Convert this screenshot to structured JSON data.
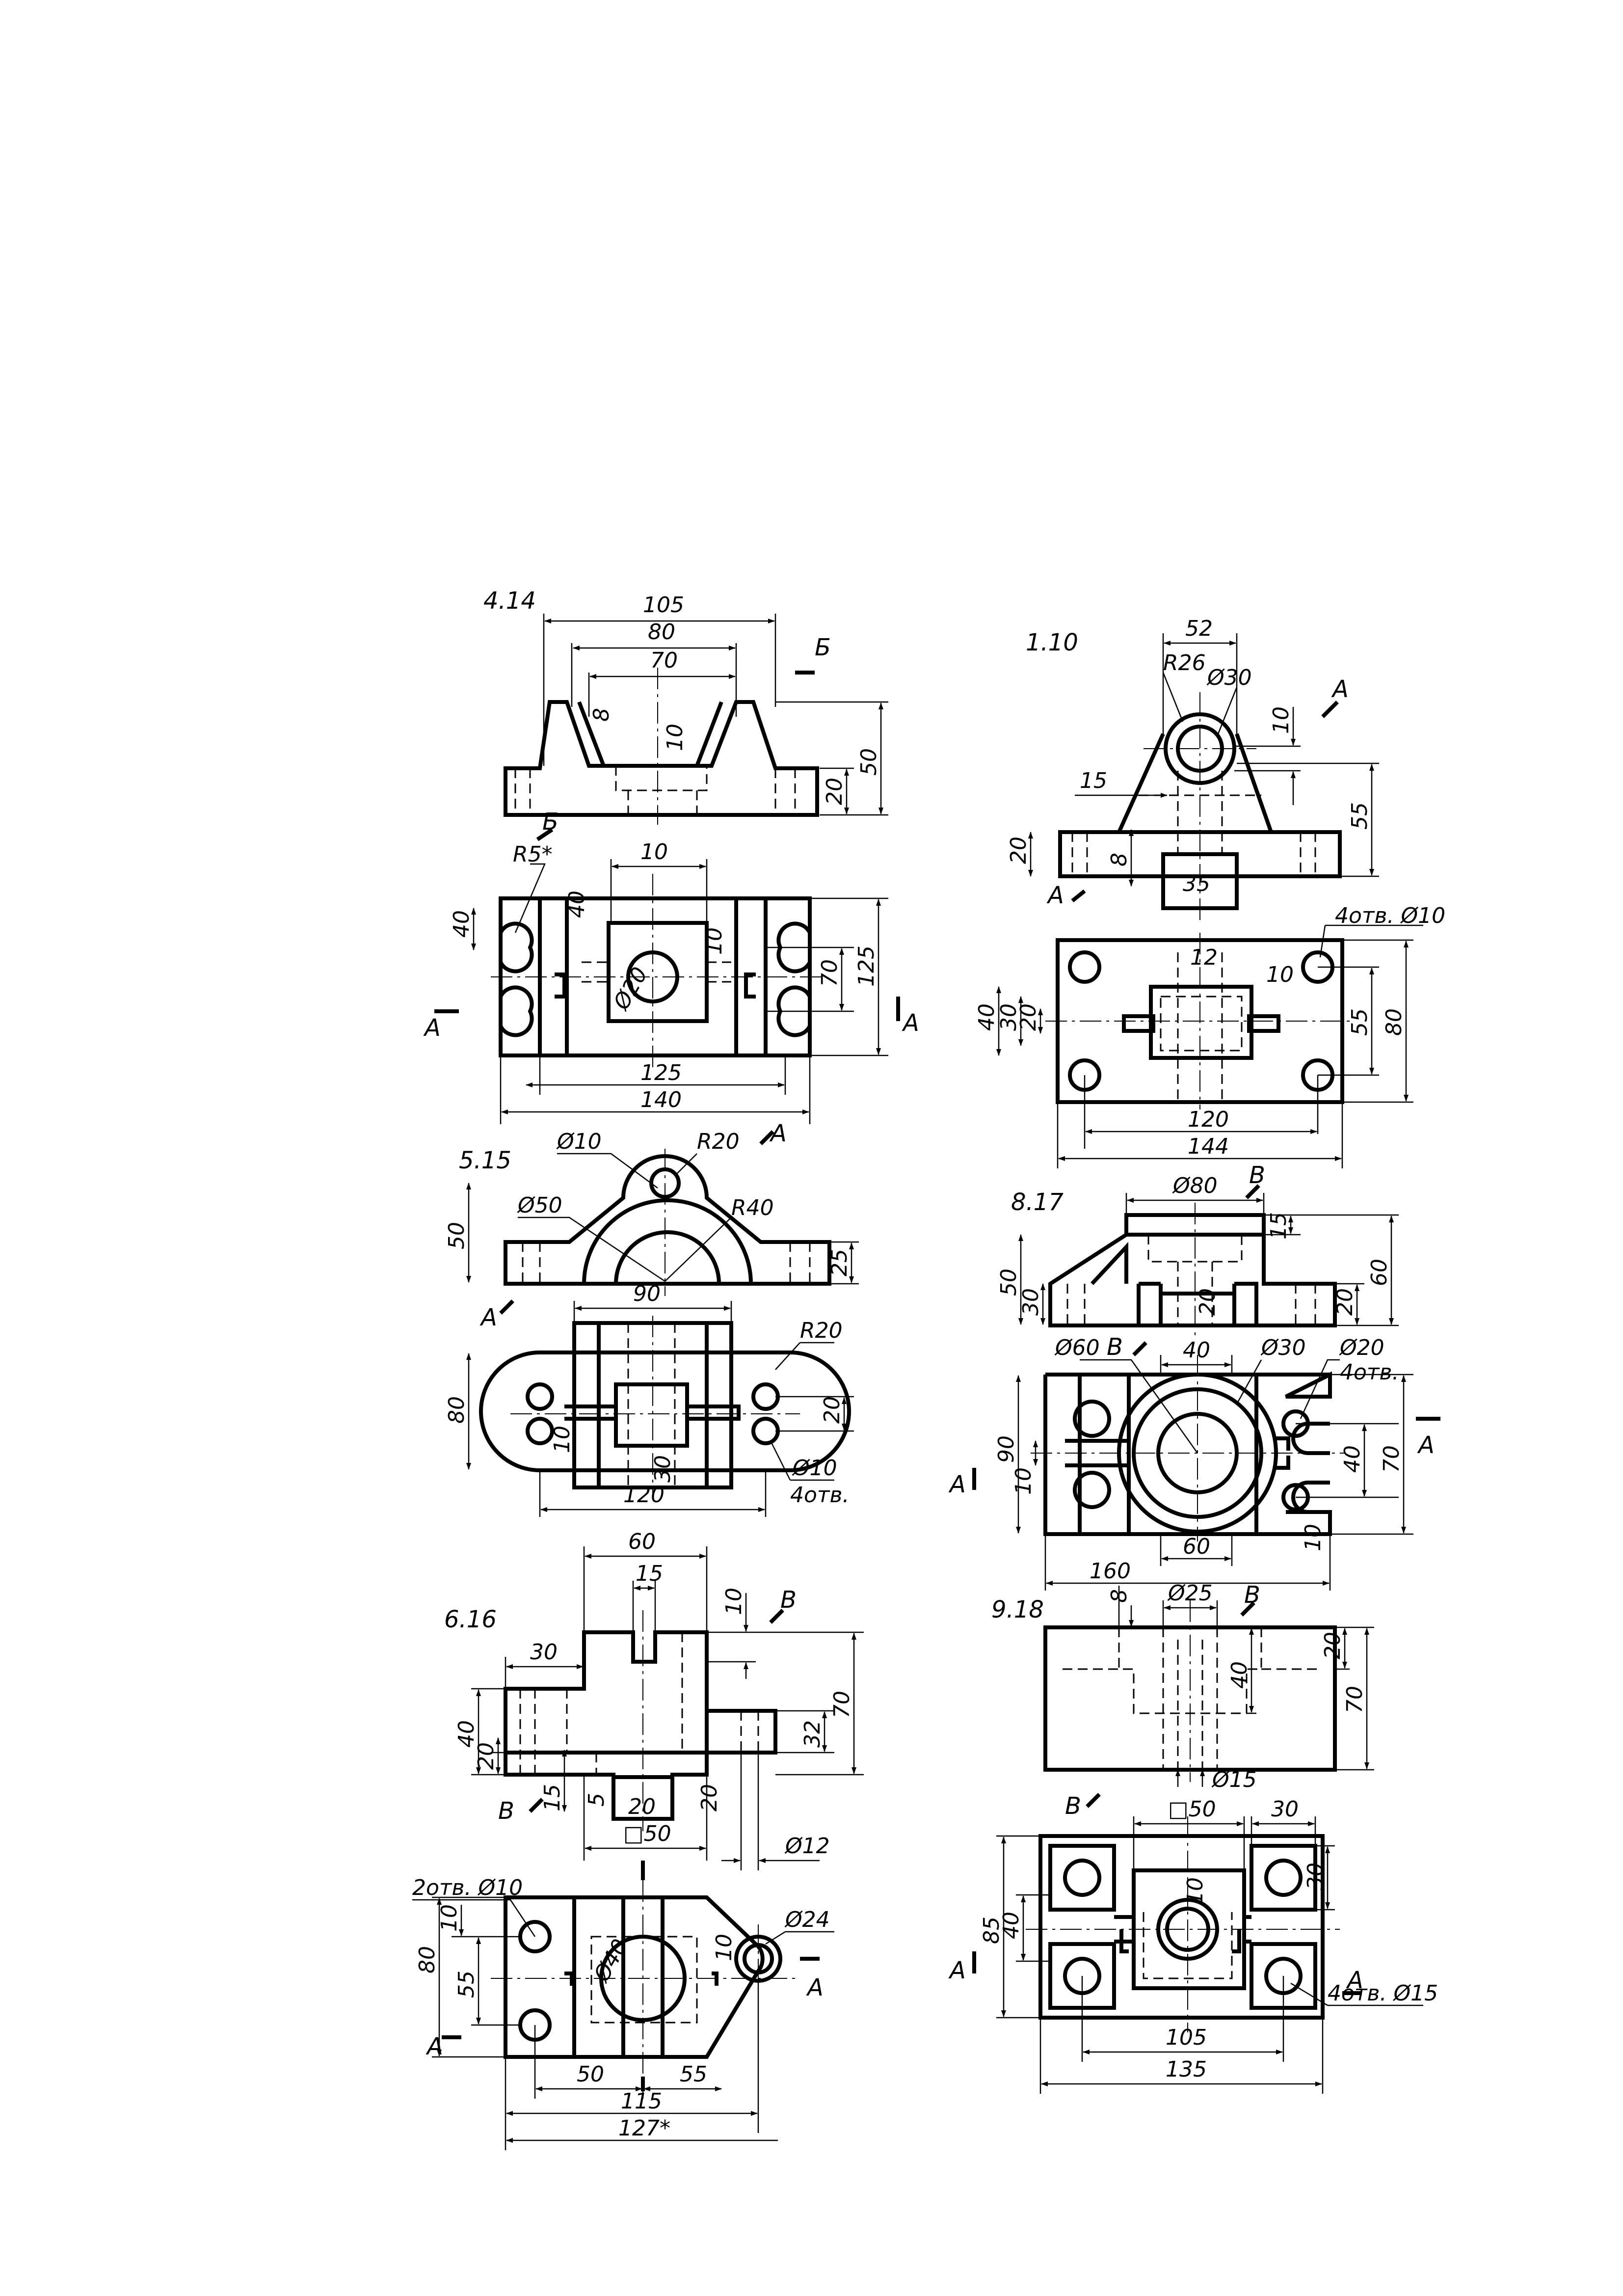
{
  "drawings": [
    {
      "id": "4.14",
      "title": "4.14",
      "dims": [
        "105",
        "80",
        "70",
        "8",
        "10",
        "50",
        "20",
        "40",
        "10",
        "40",
        "70",
        "10",
        "125",
        "140"
      ],
      "radius": "R5*",
      "dia": "Ø20",
      "sections": [
        "Б",
        "Б",
        "А",
        "А"
      ]
    },
    {
      "id": "1.10",
      "title": "1.10",
      "dims": [
        "52",
        "10",
        "55",
        "15",
        "20",
        "8",
        "35",
        "12",
        "10",
        "55",
        "80",
        "40",
        "30",
        "20",
        "120",
        "144"
      ],
      "radius": "R26",
      "dia": "Ø30",
      "holes": "4отв. Ø10",
      "sections": [
        "А",
        "А"
      ]
    },
    {
      "id": "5.15",
      "title": "5.15",
      "dims": [
        "50",
        "25",
        "90",
        "80",
        "20",
        "10",
        "30",
        "120"
      ],
      "radii": [
        "R20",
        "R40",
        "R20"
      ],
      "dia": [
        "Ø10",
        "Ø50",
        "Ø10"
      ],
      "holes": "4отв.",
      "sections": [
        "А",
        "А"
      ]
    },
    {
      "id": "8.17",
      "title": "8.17",
      "dims": [
        "15",
        "50",
        "30",
        "20",
        "60",
        "20",
        "40",
        "90",
        "10",
        "40",
        "70",
        "10",
        "60",
        "160"
      ],
      "dia": [
        "Ø80",
        "Ø60",
        "Ø30",
        "Ø20"
      ],
      "holes": "4отв.",
      "sections": [
        "В",
        "В",
        "А",
        "А"
      ]
    },
    {
      "id": "6.16",
      "title": "6.16",
      "dims": [
        "60",
        "15",
        "10",
        "30",
        "40",
        "20",
        "70",
        "32",
        "15",
        "5",
        "20",
        "20",
        "80",
        "10",
        "55",
        "50",
        "55",
        "115",
        "127*",
        "10"
      ],
      "square": "□50",
      "dia": [
        "Ø12",
        "Ø40",
        "Ø24"
      ],
      "holes": "2отв. Ø10",
      "sections": [
        "В",
        "В",
        "А",
        "А"
      ]
    },
    {
      "id": "9.18",
      "title": "9.18",
      "dims": [
        "8",
        "20",
        "40",
        "70",
        "30",
        "85",
        "40",
        "10",
        "30",
        "105",
        "135"
      ],
      "square": "□50",
      "dia": [
        "Ø25",
        "Ø15"
      ],
      "holes": "4отв. Ø15",
      "sections": [
        "В",
        "В",
        "А",
        "А"
      ]
    }
  ]
}
